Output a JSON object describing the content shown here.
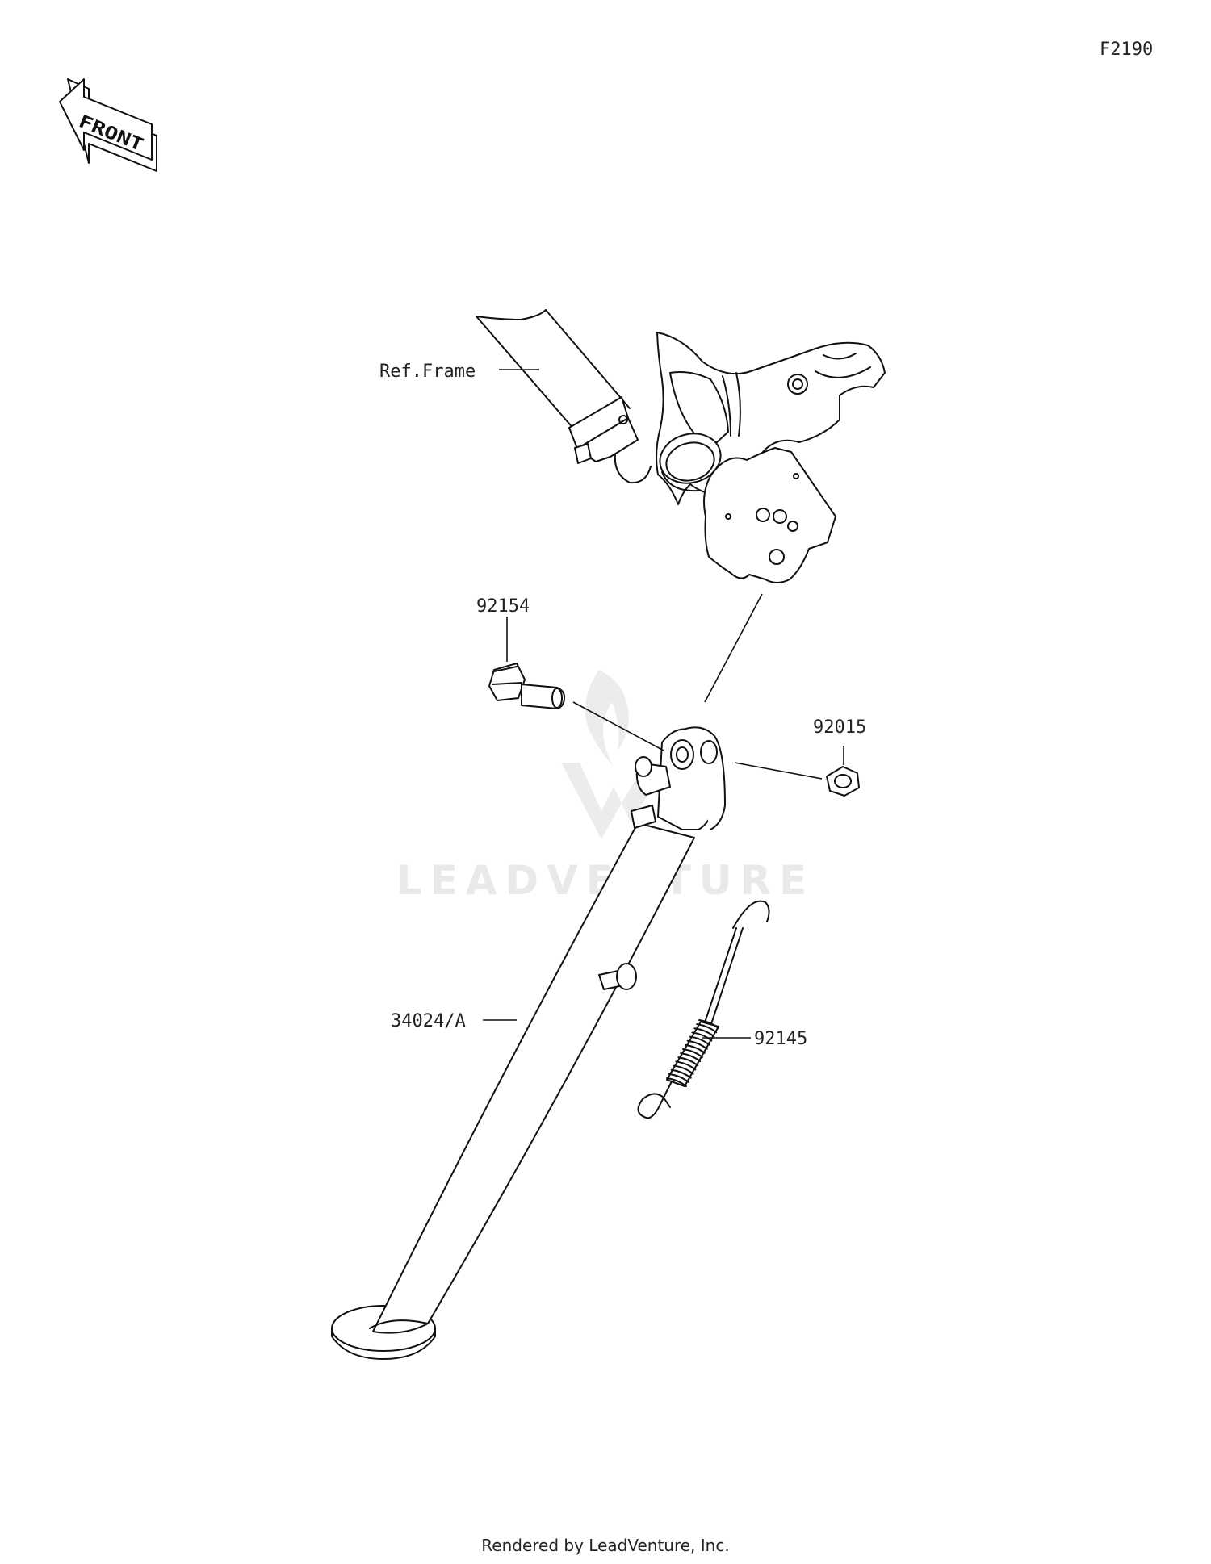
{
  "figure_code": "F2190",
  "front_arrow_text": "FRONT",
  "callouts": {
    "ref_frame": "Ref.Frame",
    "bolt": "92154",
    "nut": "92015",
    "stand": "34024/A",
    "spring": "92145"
  },
  "watermark_text": "LEADVENTURE",
  "footer_text": "Rendered by LeadVenture, Inc."
}
